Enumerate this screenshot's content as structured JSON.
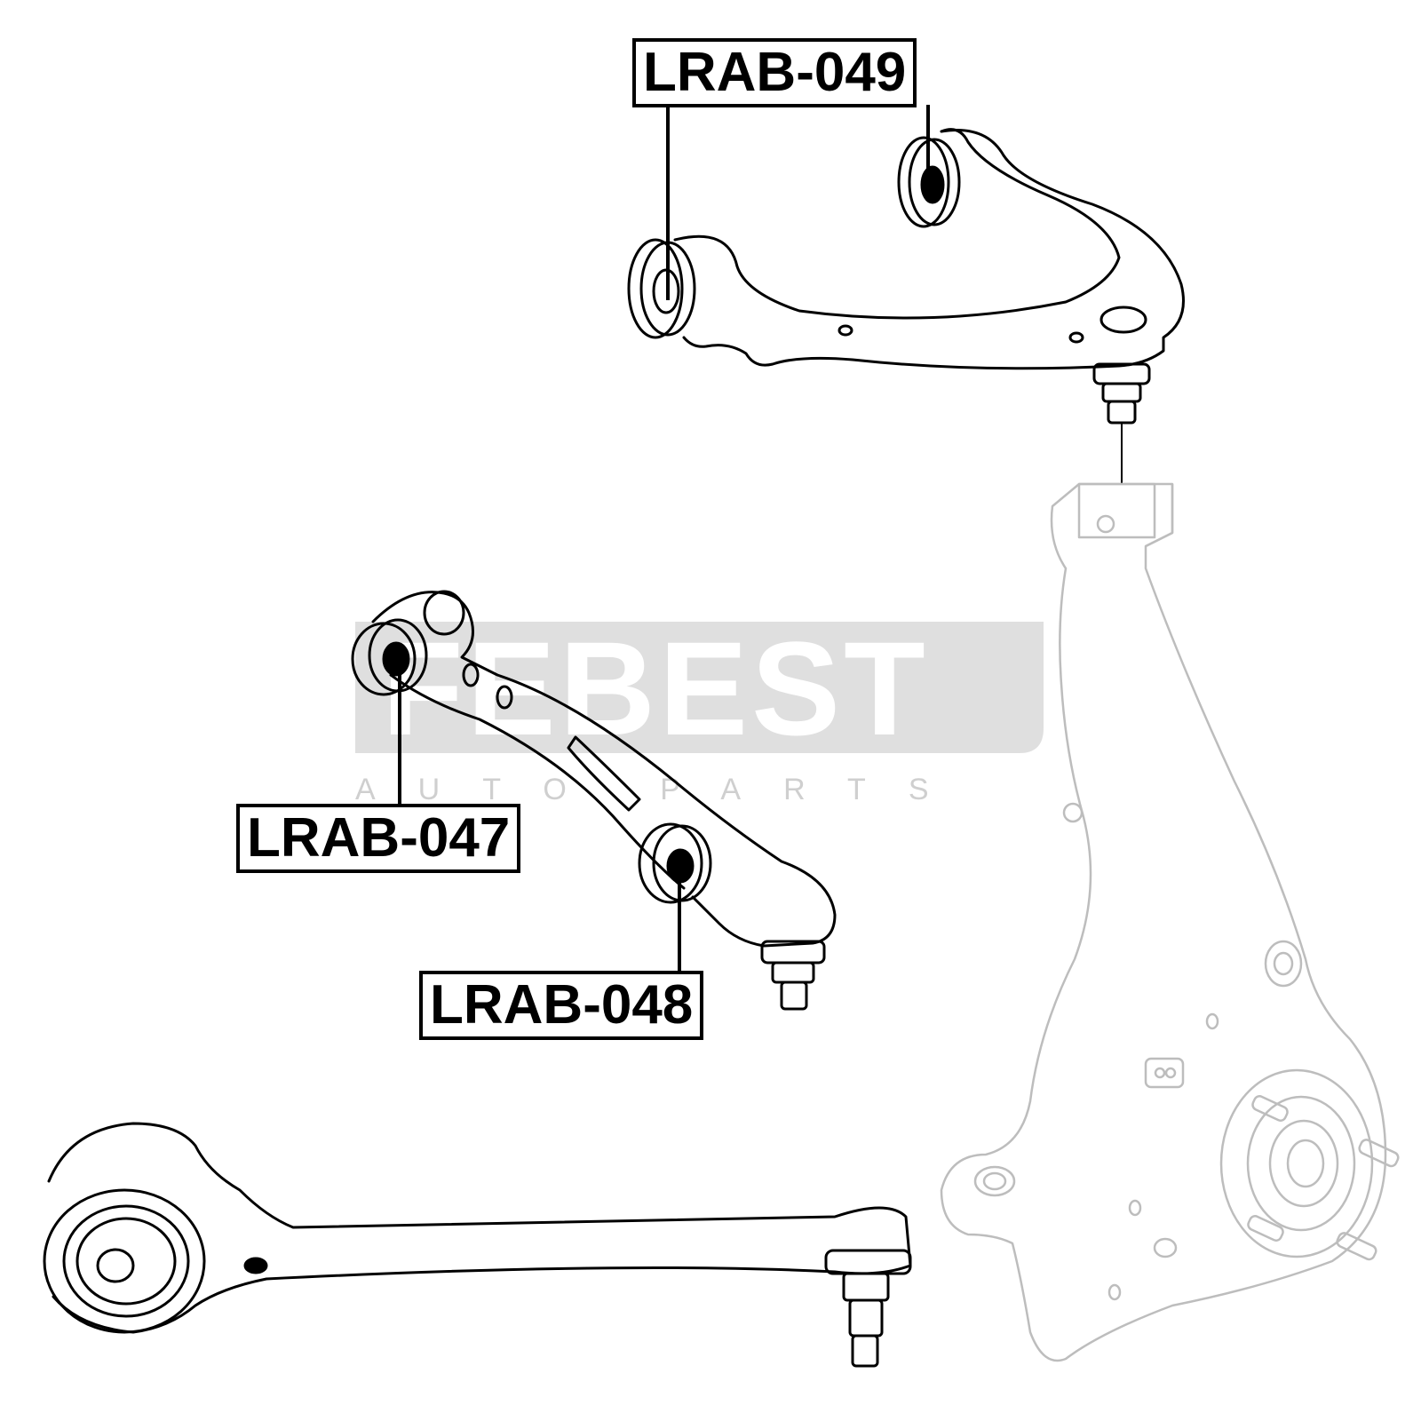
{
  "watermark": {
    "brand": "FEBEST",
    "tagline": "AUTO PARTS"
  },
  "labels": {
    "upper_arm": "LRAB-049",
    "lower_arm_front": "LRAB-047",
    "lower_arm_rear": "LRAB-048"
  },
  "colors": {
    "line": "#000000",
    "knuckle_line": "#bdbdbd",
    "watermark": "#d2d2d2"
  }
}
